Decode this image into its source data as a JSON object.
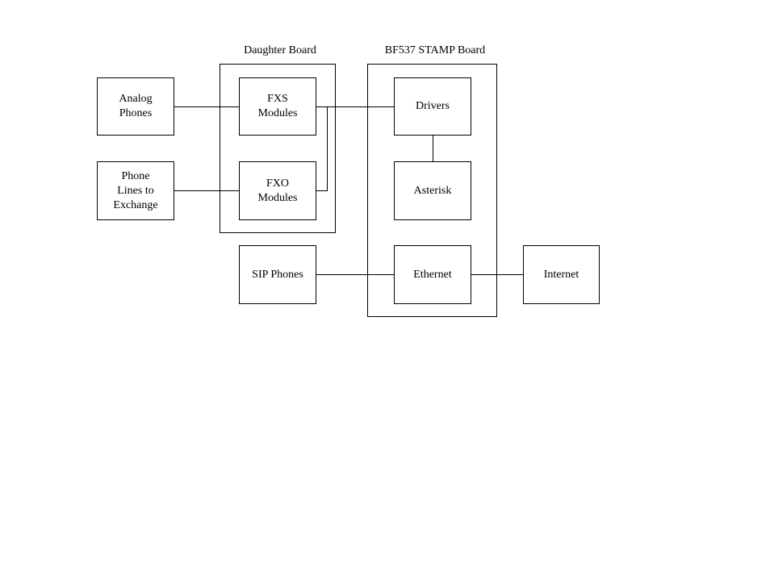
{
  "groups": {
    "daughter_board": {
      "title": "Daughter Board"
    },
    "stamp_board": {
      "title": "BF537 STAMP Board"
    }
  },
  "nodes": {
    "analog_phones": {
      "label": "Analog\nPhones"
    },
    "phone_lines": {
      "label": "Phone\nLines to\nExchange"
    },
    "fxs_modules": {
      "label": "FXS\nModules"
    },
    "fxo_modules": {
      "label": "FXO\nModules"
    },
    "sip_phones": {
      "label": "SIP Phones"
    },
    "drivers": {
      "label": "Drivers"
    },
    "asterisk": {
      "label": "Asterisk"
    },
    "ethernet": {
      "label": "Ethernet"
    },
    "internet": {
      "label": "Internet"
    }
  },
  "connections": [
    {
      "from": "analog_phones",
      "to": "fxs_modules"
    },
    {
      "from": "phone_lines",
      "to": "fxo_modules"
    },
    {
      "from": "fxs_modules",
      "to": "drivers"
    },
    {
      "from": "fxo_modules",
      "to": "drivers"
    },
    {
      "from": "drivers",
      "to": "asterisk"
    },
    {
      "from": "sip_phones",
      "to": "ethernet"
    },
    {
      "from": "ethernet",
      "to": "internet"
    }
  ]
}
